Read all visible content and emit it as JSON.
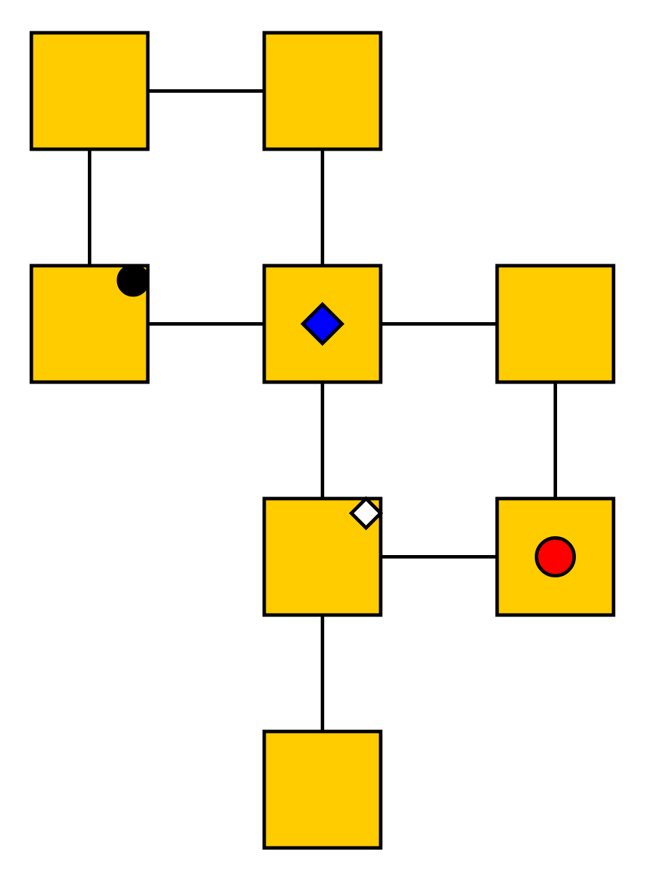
{
  "colors": {
    "background": "#ffffff",
    "room_fill": "#ffcc00",
    "stroke": "#000000",
    "diamond_blue": "#0000ff",
    "diamond_white": "#ffffff",
    "circle_red": "#ff0000",
    "circle_black": "#000000"
  },
  "rooms": [
    {
      "id": "r-0-0",
      "col": 0,
      "row": 0
    },
    {
      "id": "r-1-0",
      "col": 1,
      "row": 0
    },
    {
      "id": "r-0-1",
      "col": 0,
      "row": 1
    },
    {
      "id": "r-1-1",
      "col": 1,
      "row": 1
    },
    {
      "id": "r-2-1",
      "col": 2,
      "row": 1
    },
    {
      "id": "r-1-2",
      "col": 1,
      "row": 2
    },
    {
      "id": "r-2-2",
      "col": 2,
      "row": 2
    },
    {
      "id": "r-1-3",
      "col": 1,
      "row": 3
    }
  ],
  "connections": [
    [
      "r-0-0",
      "r-1-0"
    ],
    [
      "r-0-0",
      "r-0-1"
    ],
    [
      "r-1-0",
      "r-1-1"
    ],
    [
      "r-0-1",
      "r-1-1"
    ],
    [
      "r-1-1",
      "r-2-1"
    ],
    [
      "r-1-1",
      "r-1-2"
    ],
    [
      "r-2-1",
      "r-2-2"
    ],
    [
      "r-1-2",
      "r-2-2"
    ],
    [
      "r-1-2",
      "r-1-3"
    ]
  ],
  "markers": [
    {
      "name": "black-circle-marker",
      "shape": "circle",
      "room": "r-0-1",
      "anchor": "top-right",
      "color": "#000000"
    },
    {
      "name": "blue-diamond-marker",
      "shape": "diamond",
      "room": "r-1-1",
      "anchor": "center",
      "color": "#0000ff"
    },
    {
      "name": "white-diamond-marker",
      "shape": "diamond",
      "room": "r-1-2",
      "anchor": "top-right",
      "color": "#ffffff"
    },
    {
      "name": "red-circle-marker",
      "shape": "circle",
      "room": "r-2-2",
      "anchor": "center",
      "color": "#ff0000"
    }
  ]
}
